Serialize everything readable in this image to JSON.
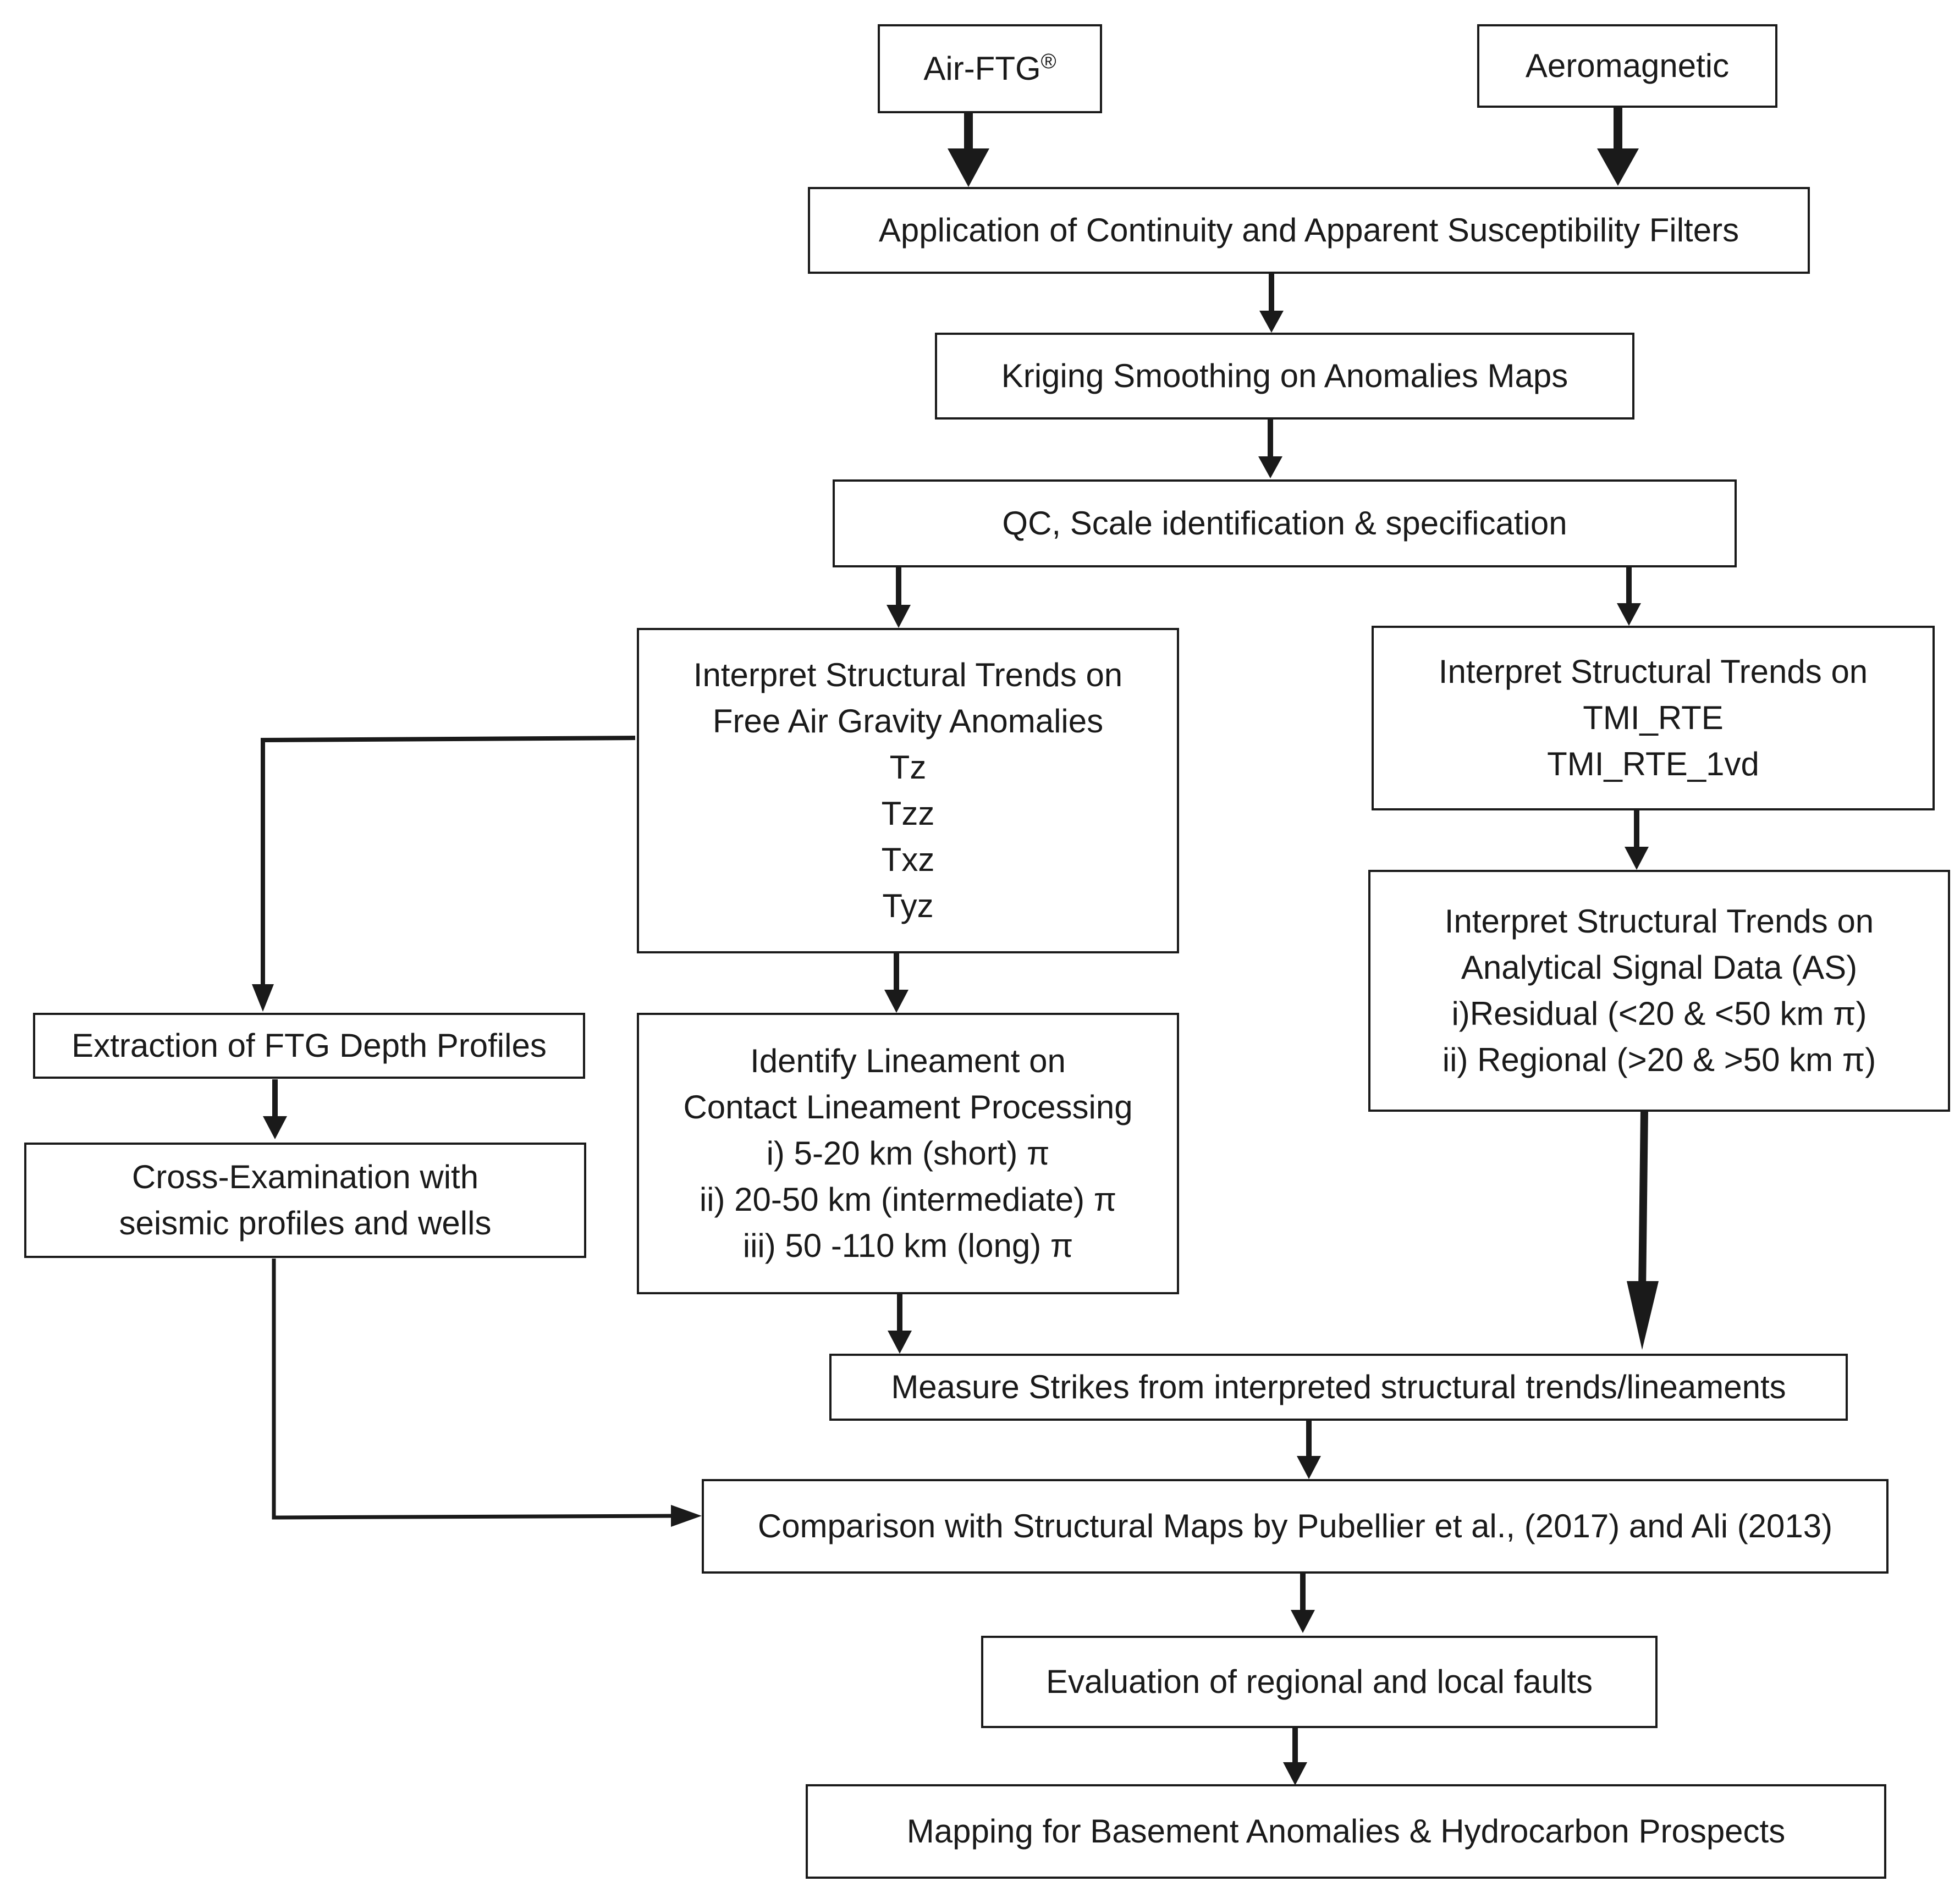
{
  "nodes": {
    "air_ftg": {
      "label": "Air-FTG",
      "mark": "®"
    },
    "aeromagnetic": {
      "label": "Aeromagnetic"
    },
    "filters": {
      "label": "Application of Continuity and Apparent Susceptibility Filters"
    },
    "kriging": {
      "label": "Kriging Smoothing on Anomalies Maps"
    },
    "qc": {
      "label": "QC, Scale identification & specification"
    },
    "gravity_trends": {
      "lines": [
        "Interpret Structural Trends on",
        "Free Air Gravity Anomalies",
        "Tz",
        "Tzz",
        "Txz",
        "Tyz"
      ]
    },
    "tmi_trends": {
      "lines": [
        "Interpret Structural Trends on",
        "TMI_RTE",
        "TMI_RTE_1vd"
      ]
    },
    "analytical_signal": {
      "lines": [
        "Interpret Structural Trends on",
        "Analytical Signal Data (AS)",
        "i)Residual (<20  & <50 km π)",
        "ii) Regional (>20 & >50 km π)"
      ]
    },
    "ftg_profiles": {
      "label": "Extraction of FTG Depth Profiles"
    },
    "cross_exam": {
      "lines": [
        "Cross-Examination with",
        "seismic profiles and wells"
      ]
    },
    "lineament": {
      "lines": [
        "Identify Lineament on",
        "Contact Lineament Processing",
        "i) 5-20 km (short) π",
        "ii) 20-50 km (intermediate) π",
        "iii) 50 -110 km (long) π"
      ]
    },
    "strikes": {
      "label": "Measure Strikes from interpreted structural trends/lineaments"
    },
    "comparison": {
      "label": "Comparison with Structural Maps by Pubellier et al., (2017) and Ali (2013)"
    },
    "evaluation": {
      "label": "Evaluation of regional and local faults"
    },
    "mapping": {
      "label": "Mapping for Basement Anomalies & Hydrocarbon Prospects"
    }
  },
  "colors": {
    "stroke": "#1a1a1a",
    "background": "#ffffff"
  }
}
